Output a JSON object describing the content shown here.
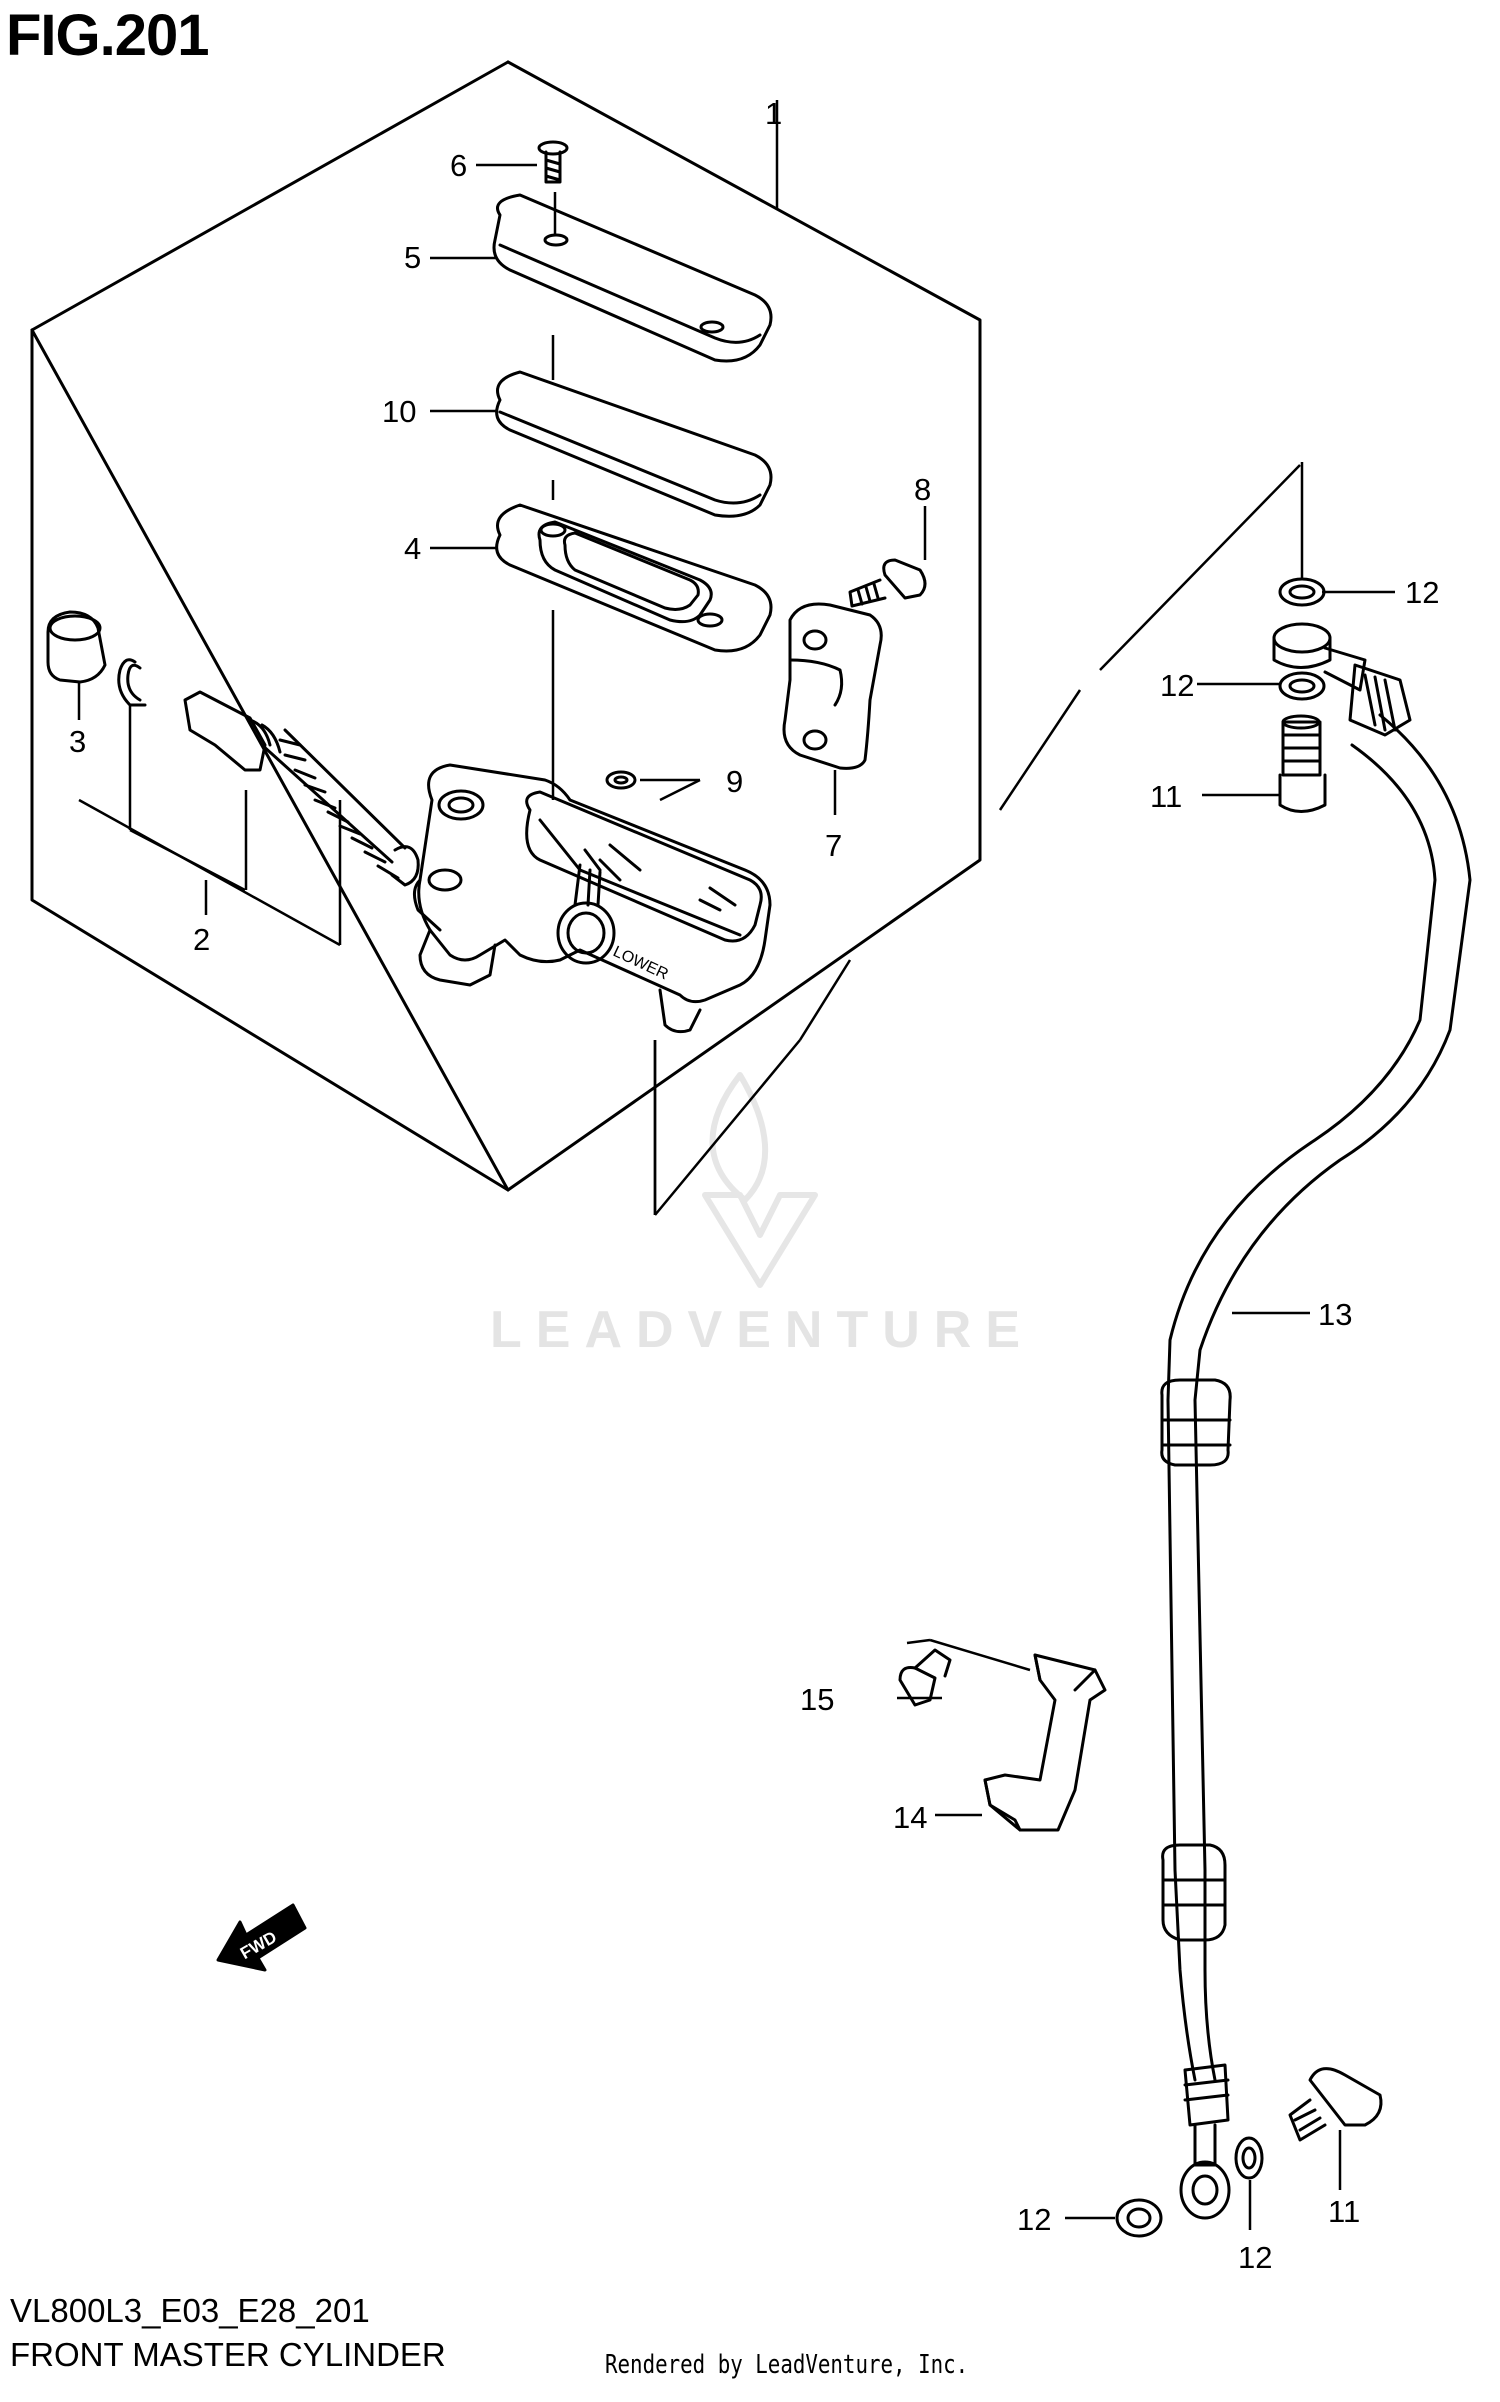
{
  "figure": {
    "title": "FIG.201"
  },
  "footer": {
    "model_code": "VL800L3_E03_E28_201",
    "assembly_name": "FRONT MASTER CYLINDER",
    "rendered_by": "Rendered by LeadVenture, Inc."
  },
  "watermark": {
    "text": "LEADVENTURE"
  },
  "fwd_label": "FWD",
  "lower_mark": "LOWER",
  "callouts": {
    "c1": "1",
    "c2": "2",
    "c3": "3",
    "c4": "4",
    "c5": "5",
    "c6": "6",
    "c7": "7",
    "c8": "8",
    "c9": "9",
    "c10": "10",
    "c11a": "11",
    "c11b": "11",
    "c12a": "12",
    "c12b": "12",
    "c12c": "12",
    "c12d": "12",
    "c13": "13",
    "c14": "14",
    "c15": "15"
  }
}
